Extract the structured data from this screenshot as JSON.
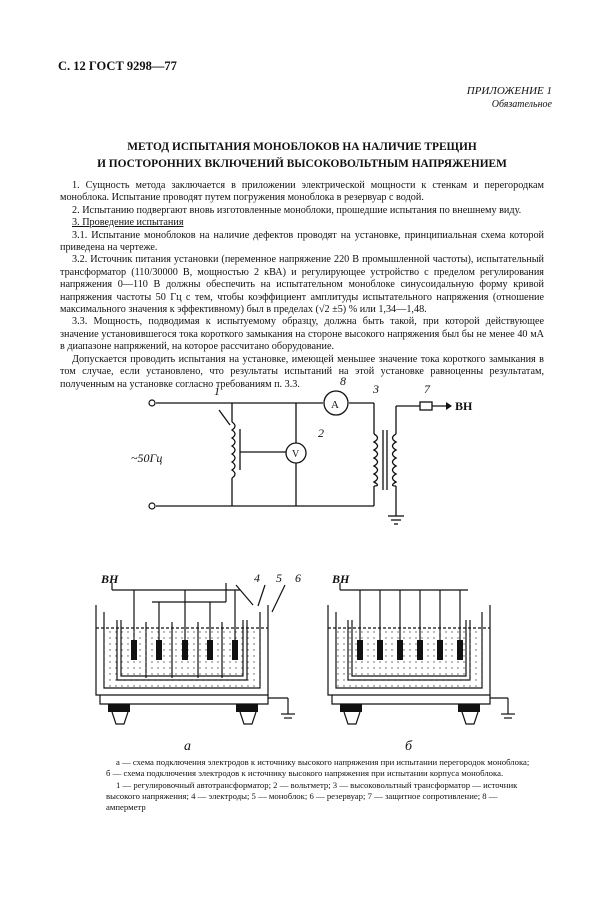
{
  "header": "С. 12 ГОСТ 9298—77",
  "appendix": {
    "label": "ПРИЛОЖЕНИЕ 1",
    "sub": "Обязательное"
  },
  "title": [
    "МЕТОД ИСПЫТАНИЯ МОНОБЛОКОВ НА НАЛИЧИЕ ТРЕЩИН",
    "И ПОСТОРОННИХ ВКЛЮЧЕНИЙ ВЫСОКОВОЛЬТНЫМ НАПРЯЖЕНИЕМ"
  ],
  "paragraphs": [
    "1. Сущность метода заключается в приложении электрической мощности к стенкам и перегородкам моноблока. Испытание проводят путем погружения моноблока в резервуар с водой.",
    "2. Испытанию подвергают вновь изготовленные моноблоки, прошедшие испытания по внешнему виду.",
    "3. Проведение испытания",
    "3.1. Испытание моноблоков на наличие дефектов проводят на установке, принципиальная схема которой приведена на чертеже.",
    "3.2. Источник питания установки (переменное напряжение 220 В промышленной частоты), испытательный трансформатор (110/30000 В, мощностью 2 кВА) и регулирующее устройство с пределом регулирования напряжения 0—110 В должны обеспечить на испытательном моноблоке синусоидальную форму кривой напряжения частоты 50 Гц с тем, чтобы коэффициент амплитуды испытательного напряжения (отношение максимального значения к эффективному) был в пределах (√2 ±5) % или 1,34—1,48.",
    "3.3. Мощность, подводимая к испытуемому образцу, должна быть такой, при которой действующее значение установившегося тока короткого замыкания на стороне высокого напряжения был бы не менее 40 мА в диапазоне напряжений, на которое рассчитано оборудование.",
    "Допускается проводить испытания на установке, имеющей меньшее значение тока короткого замыкания в том случае, если установлено, что результаты испытаний на этой установке равноценны результатам, полученным на установке согласно требованиям п. 3.3."
  ],
  "schematic": {
    "freq_label": "~50Гц",
    "hv_label": "ВН",
    "num1": "1",
    "num2": "2",
    "num3": "3",
    "num7": "7",
    "num8": "8",
    "ammeter": "A",
    "voltmeter": "V"
  },
  "figures": {
    "hv_a": "ВН",
    "hv_b": "ВН",
    "num4": "4",
    "num5": "5",
    "num6": "6",
    "label_a": "а",
    "label_b": "б"
  },
  "caption": [
    "а — схема подключения электродов к источнику высокого напряжения при испытании перегородок моноблока; б — схема подключения электродов к источнику высокого напряжения при испытании корпуса моноблока.",
    "1 — регулировочный автотрансформатор; 2 — вольтметр; 3 — высоковольтный трансформатор — источник высокого напряжения; 4 — электроды; 5 — моноблок; 6 — резервуар; 7 — защитное сопротивление; 8 — амперметр"
  ]
}
